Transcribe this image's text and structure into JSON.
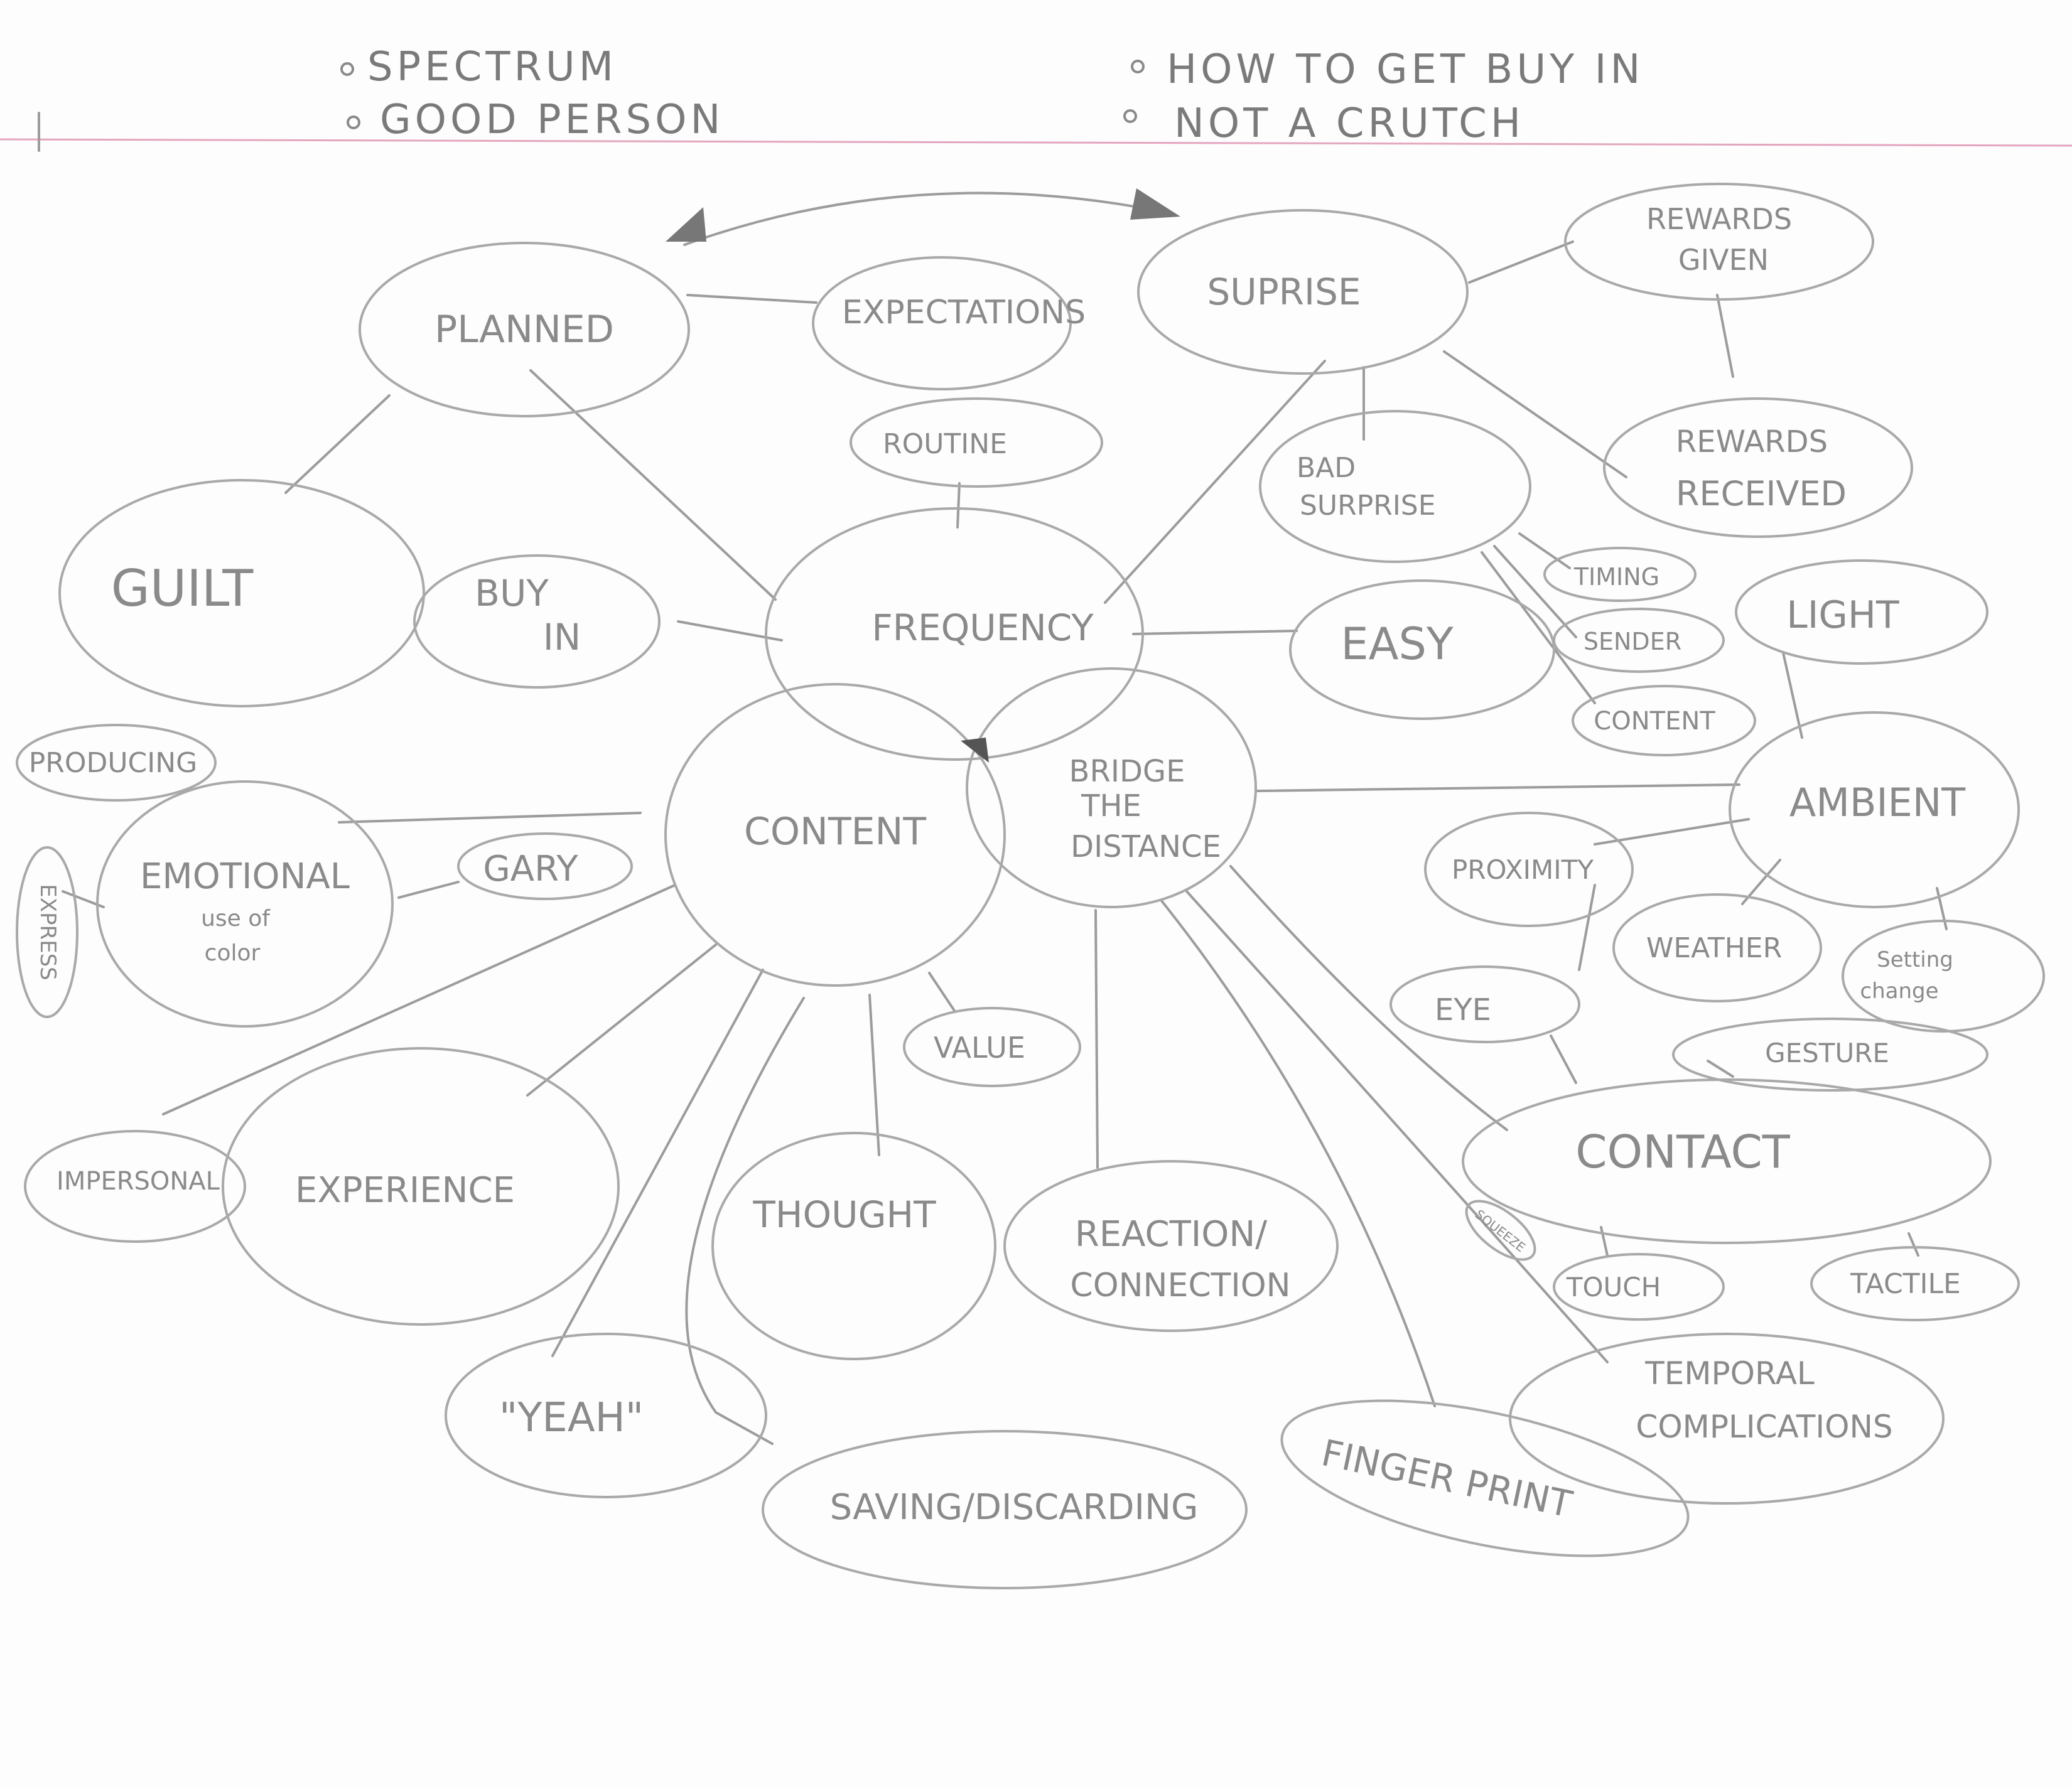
{
  "header": {
    "notes_left": [
      "SPECTRUM",
      "GOOD PERSON"
    ],
    "notes_right": [
      "HOW TO GET BUY IN",
      "NOT A CRUTCH"
    ]
  },
  "colors": {
    "pencil": "#9a9a9a",
    "rule": "#e3a6bf",
    "paper": "#fdfdfd"
  },
  "nodes": {
    "planned": "PLANNED",
    "expectations": "EXPECTATIONS",
    "suprise": "SUPRISE",
    "rewards_given": [
      "REWARDS",
      "GIVEN"
    ],
    "rewards_received": [
      "REWARDS",
      "RECEIVED"
    ],
    "routine": "ROUTINE",
    "bad_surprise": [
      "BAD",
      "SURPRISE"
    ],
    "guilt": "GUILT",
    "buy_in": [
      "BUY",
      "IN"
    ],
    "frequency": "FREQUENCY",
    "easy": "EASY",
    "timing": "TIMING",
    "sender": "SENDER",
    "content_small": "CONTENT",
    "light": "LIGHT",
    "producing": "PRODUCING",
    "content": "CONTENT",
    "bridge": [
      "BRIDGE",
      "THE",
      "DISTANCE"
    ],
    "ambient": "AMBIENT",
    "express": "EXPRESS",
    "emotional": "EMOTIONAL",
    "emotional_note": [
      "use of",
      "color"
    ],
    "gary": "GARY",
    "proximity": "PROXIMITY",
    "weather": "WEATHER",
    "setting_change": [
      "Setting",
      "change"
    ],
    "eye": "EYE",
    "value": "VALUE",
    "gesture": "GESTURE",
    "impersonal": "IMPERSONAL",
    "experience": "EXPERIENCE",
    "thought": "THOUGHT",
    "reaction": [
      "REACTION/",
      "CONNECTION"
    ],
    "contact": "CONTACT",
    "squeeze": "SQUEEZE",
    "touch": "TOUCH",
    "tactile": "TACTILE",
    "temporal": [
      "TEMPORAL",
      "COMPLICATIONS"
    ],
    "yeah": "\"YEAH\"",
    "saving": "SAVING/DISCARDING",
    "fingerprint": "FINGER PRINT"
  }
}
